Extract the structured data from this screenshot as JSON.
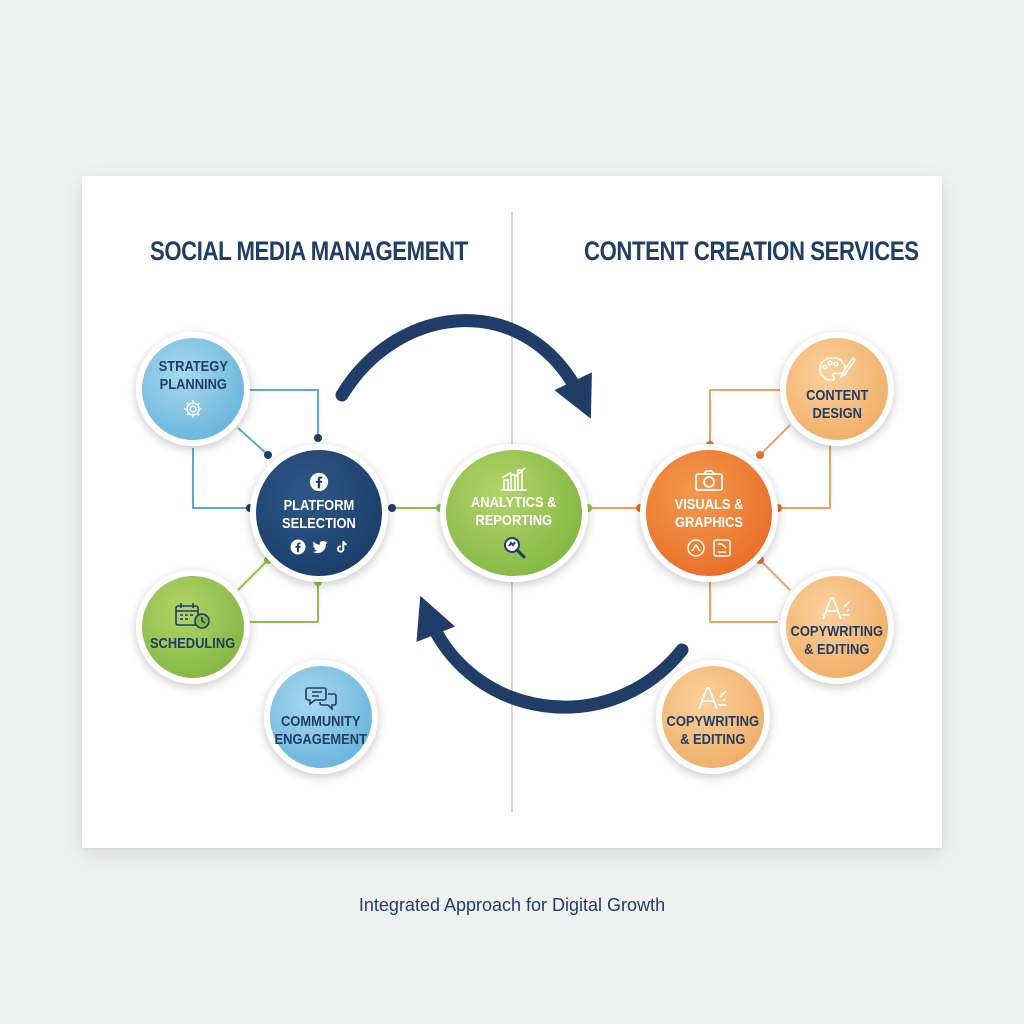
{
  "left_title": "SOCIAL MEDIA MANAGEMENT",
  "right_title": "CONTENT CREATION SERVICES",
  "caption": "Integrated Approach for Digital Growth",
  "nodes": {
    "strategy": {
      "line1": "STRATEGY",
      "line2": "PLANNING",
      "icon": "gear-icon"
    },
    "platform": {
      "line1": "PLATFORM",
      "line2": "SELECTION",
      "icons": [
        "facebook-icon",
        "twitter-icon",
        "tiktok-icon"
      ]
    },
    "scheduling": {
      "line1": "SCHEDULING",
      "icon": "calendar-clock-icon"
    },
    "community": {
      "line1": "COMMUNITY",
      "line2": "ENGAGEMENT",
      "icon": "chat-bubbles-icon"
    },
    "analytics": {
      "line1": "ANALYTICS &",
      "line2": "REPORTING",
      "icons": [
        "bar-chart-icon",
        "magnifier-icon"
      ]
    },
    "visuals": {
      "line1": "VISUALS &",
      "line2": "GRAPHICS",
      "icons": [
        "camera-icon",
        "design-tools-icon"
      ]
    },
    "content_design": {
      "line1": "CONTENT",
      "line2": "DESIGN",
      "icon": "palette-brush-icon"
    },
    "copywriting_1": {
      "line1": "COPYWRITING",
      "line2": "& EDITING",
      "icon": "text-edit-icon"
    },
    "copywriting_2": {
      "line1": "COPYWRITING",
      "line2": "& EDITING",
      "icon": "text-edit-icon"
    }
  },
  "colors": {
    "navy": "#1f3d66",
    "light_blue": "#6cb6dc",
    "green": "#86b845",
    "orange": "#e9702b",
    "peach": "#f0b06a",
    "connector_blue": "#5fa8d3",
    "connector_green": "#8cc04e",
    "connector_orange": "#f0a060"
  }
}
